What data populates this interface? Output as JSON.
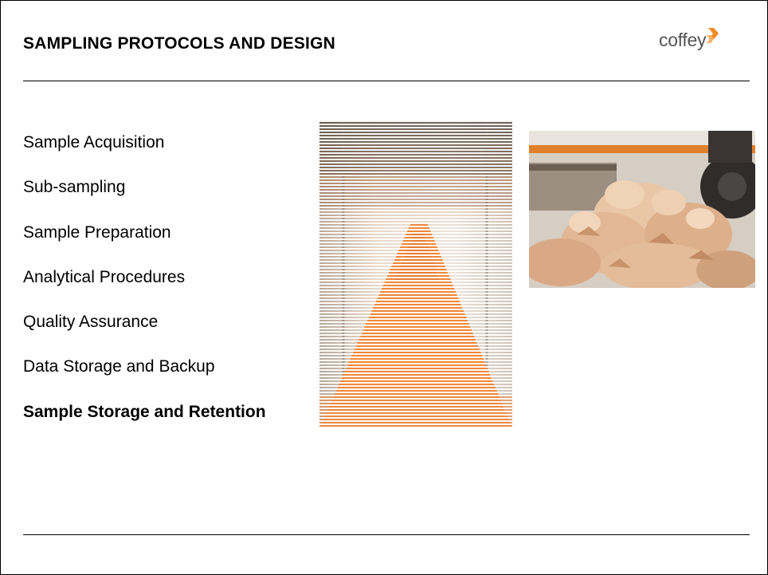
{
  "slide": {
    "title": "SAMPLING PROTOCOLS AND DESIGN",
    "logo": {
      "text": "coffey",
      "icon": "coffey-arrow-icon",
      "accent": "#f08a24"
    },
    "bullets": [
      {
        "label": "Sample Acquisition",
        "active": false
      },
      {
        "label": "Sub-sampling",
        "active": false
      },
      {
        "label": "Sample Preparation",
        "active": false
      },
      {
        "label": "Analytical Procedures",
        "active": false
      },
      {
        "label": "Quality Assurance",
        "active": false
      },
      {
        "label": "Data Storage and Backup",
        "active": false
      },
      {
        "label": "Sample Storage and Retention",
        "active": true
      }
    ],
    "images": [
      {
        "name": "sample-storage-tent-photo"
      },
      {
        "name": "sample-bags-pile-photo"
      }
    ]
  },
  "colors": {
    "accent": "#f08a24",
    "text": "#000000",
    "logo_text": "#555555"
  }
}
